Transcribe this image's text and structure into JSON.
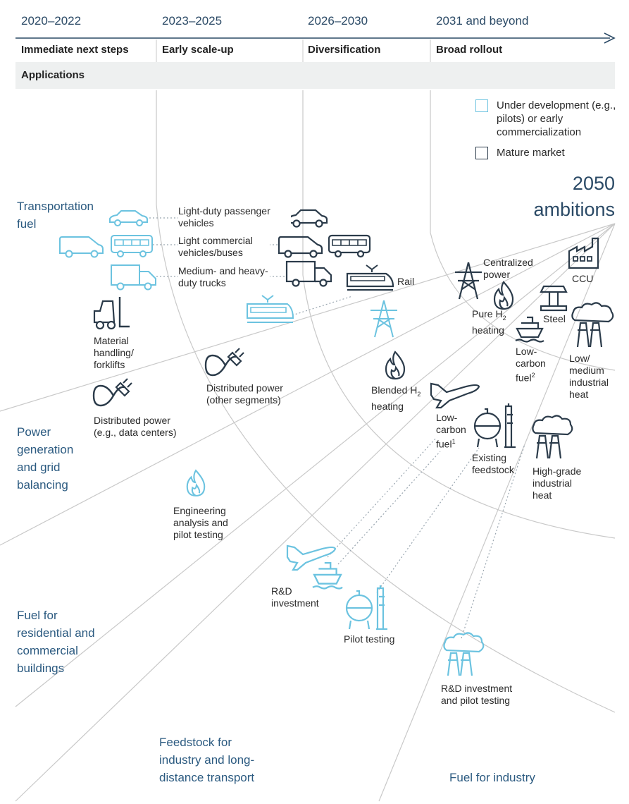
{
  "timeline": {
    "periods": [
      "2020–2022",
      "2023–2025",
      "2026–2030",
      "2031 and beyond"
    ],
    "phases": [
      "Immediate next steps",
      "Early scale-up",
      "Diversification",
      "Broad rollout"
    ]
  },
  "applications_label": "Applications",
  "legend": {
    "under_development": "Under development (e.g., pilots) or early commercialization",
    "mature": "Mature market"
  },
  "ambitions": {
    "year": "2050",
    "word": "ambitions"
  },
  "categories": {
    "transportation": "Transportation fuel",
    "power": "Power generation and grid balancing",
    "buildings": "Fuel for residential and commercial buildings",
    "feedstock": "Feedstock for industry and long-distance transport",
    "industry": "Fuel for industry"
  },
  "labels": {
    "ldv": "Light-duty passenger vehicles",
    "lcv": "Light commercial vehicles/buses",
    "mhd": "Medium- and heavy-duty trucks",
    "forklift": "Material handling/ forklifts",
    "rail": "Rail",
    "central_power": "Centralized power",
    "ccu": "CCU",
    "pure_h2": "Pure H",
    "pure_h2_sub": "2",
    "pure_h2_tail": "heating",
    "steel": "Steel",
    "lowcarbon2": "Low-carbon fuel",
    "lowcarbon2_sup": "2",
    "low_medium_heat": "Low/ medium industrial heat",
    "dp_other": "Distributed power (other segments)",
    "dp_data": "Distributed power (e.g., data centers)",
    "blended": "Blended H",
    "blended_sub": "2",
    "blended_tail": "heating",
    "lowcarbon1": "Low-carbon fuel",
    "lowcarbon1_sup": "1",
    "existing_feedstock": "Existing feedstock",
    "high_grade_heat": "High-grade industrial heat",
    "engineering": "Engineering analysis and pilot testing",
    "rd_investment": "R&D investment",
    "pilot_testing": "Pilot testing",
    "rd_pilot": "R&D investment and pilot testing"
  },
  "colors": {
    "mature": "#2b3b4a",
    "development": "#6cc3e0",
    "title": "#2b5a80",
    "grid": "#c9c9c9"
  }
}
